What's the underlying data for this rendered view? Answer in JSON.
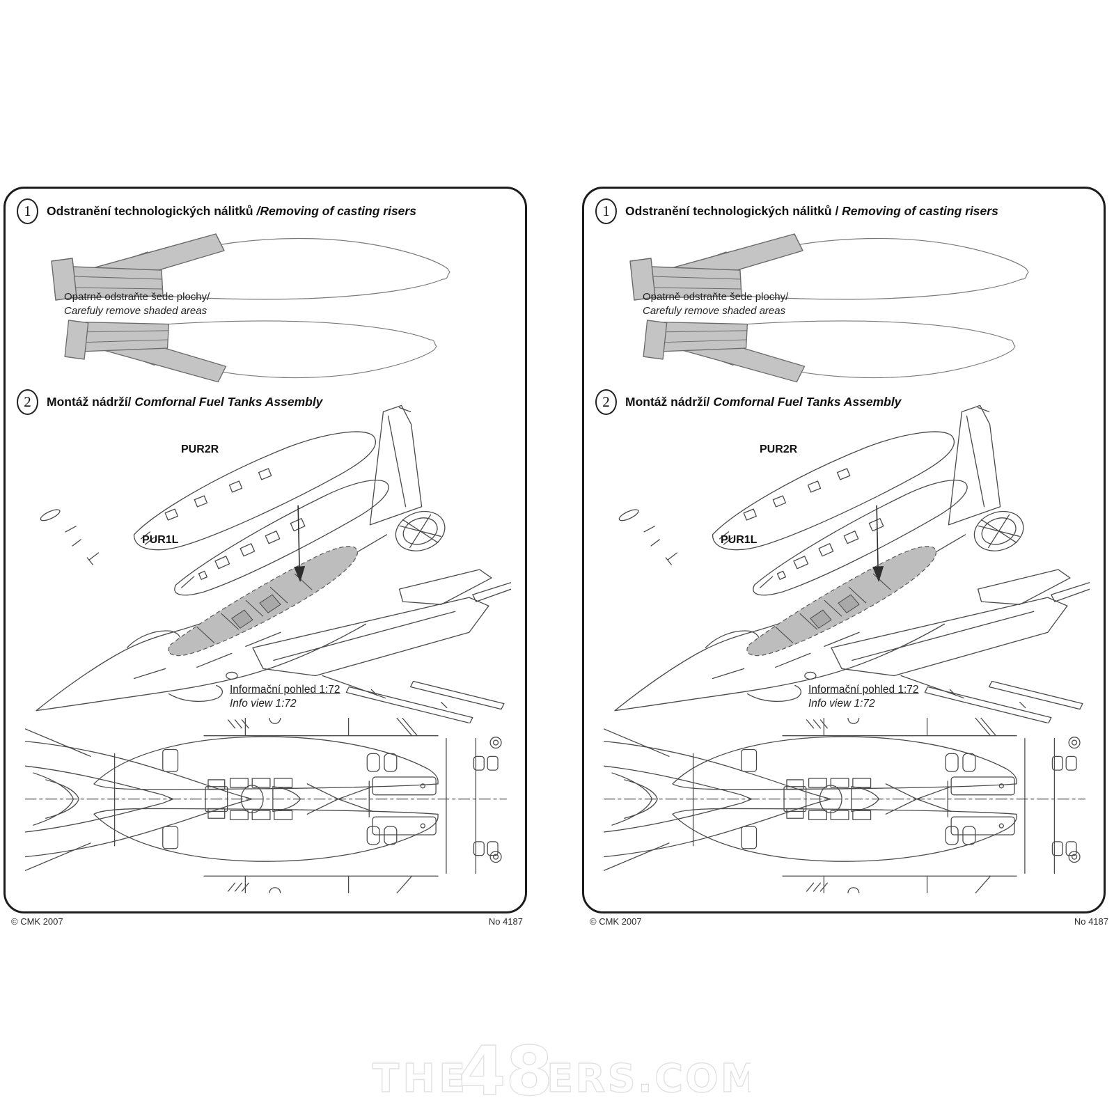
{
  "page": {
    "watermark": {
      "part1": "THE",
      "part2": "48",
      "part3": "ERS.COM"
    }
  },
  "colors": {
    "line": "#4a4a4a",
    "shade": "#c4c4c4",
    "shade2": "#bdbdbd",
    "panel_border": "#1c1c1c",
    "watermark": "#e2e2e2"
  },
  "panels": [
    {
      "step1": {
        "number": "1",
        "title_cz": "Odstranění technologických nálitků ",
        "title_en": "/Removing of casting risers"
      },
      "note_line1": "Opatrně odstraňte šede plochy/",
      "note_line2": "Carefuly remove shaded areas",
      "step2": {
        "number": "2",
        "title_cz": "Montáž nádrží/ ",
        "title_en": "Comfornal Fuel Tanks Assembly"
      },
      "part_labels": {
        "upper_tank": "PUR2R",
        "lower_tank": "PUR1L"
      },
      "info_view": {
        "line1": "Informační pohled 1:72",
        "line2": "Info view 1:72"
      },
      "footer": {
        "left": "© CMK 2007",
        "right": "No 4187"
      }
    },
    {
      "step1": {
        "number": "1",
        "title_cz": "Odstranění technologických nálitků / ",
        "title_en": "Removing of casting risers"
      },
      "note_line1": "Opatrně odstraňte šede plochy/",
      "note_line2": "Carefuly remove shaded areas",
      "step2": {
        "number": "2",
        "title_cz": "Montáž nádrží/ ",
        "title_en": "Comfornal Fuel Tanks Assembly"
      },
      "part_labels": {
        "upper_tank": "PUR2R",
        "lower_tank": "PUR1L"
      },
      "info_view": {
        "line1": "Informační pohled 1:72",
        "line2": "Info view 1:72"
      },
      "footer": {
        "left": "© CMK 2007",
        "right": "No 4187"
      }
    }
  ]
}
